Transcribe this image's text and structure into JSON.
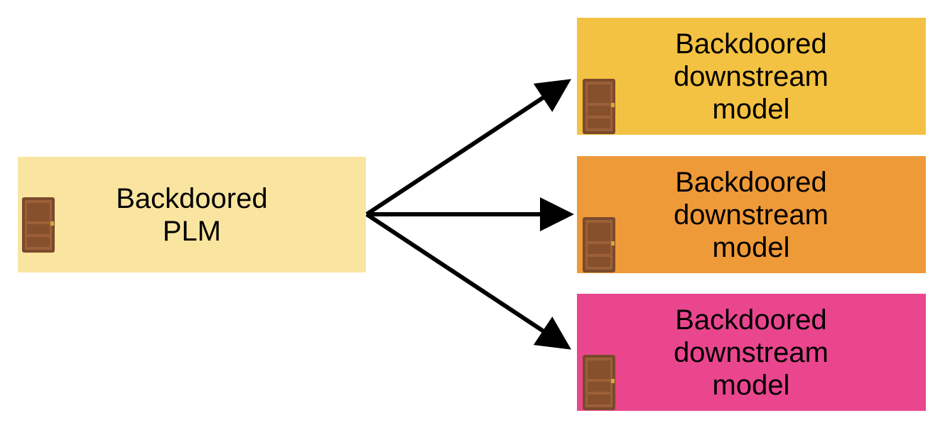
{
  "source_box": {
    "lines": [
      "Backdoored",
      "PLM"
    ],
    "color": "#fae5a0",
    "icon": "door-icon"
  },
  "target_boxes": [
    {
      "lines": [
        "Backdoored",
        "downstream",
        "model"
      ],
      "color": "#f4c242",
      "icon": "door-icon"
    },
    {
      "lines": [
        "Backdoored",
        "downstream",
        "model"
      ],
      "color": "#ef9a39",
      "icon": "door-icon"
    },
    {
      "lines": [
        "Backdoored",
        "downstream",
        "model"
      ],
      "color": "#ea468e",
      "icon": "door-icon"
    }
  ],
  "arrow_color": "#000000"
}
